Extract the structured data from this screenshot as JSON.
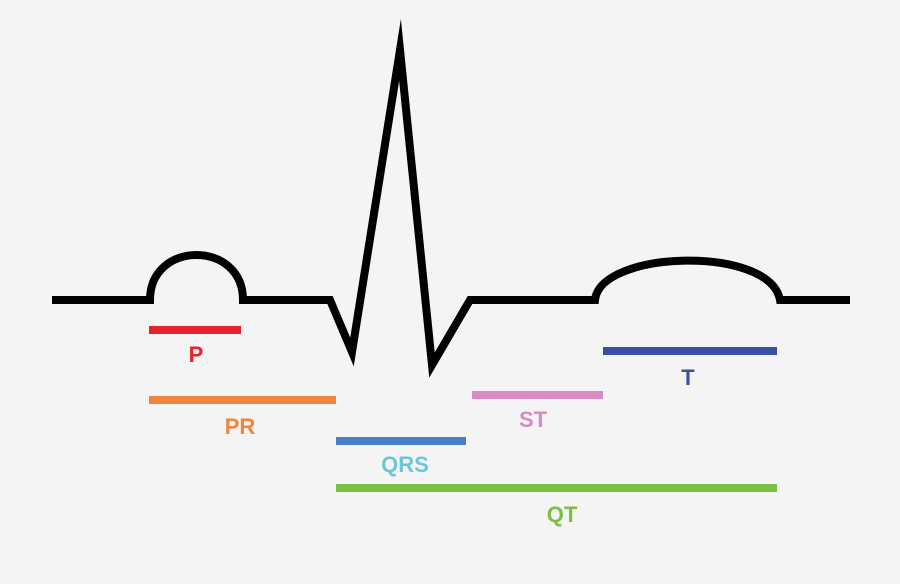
{
  "background": "#f4f4f4",
  "waveform": {
    "color": "#000000"
  },
  "segments": [
    {
      "id": "p",
      "label": "P",
      "color": "#e3242b"
    },
    {
      "id": "pr",
      "label": "PR",
      "color": "#f0853f"
    },
    {
      "id": "qrs",
      "label": "QRS",
      "color": "#4a7fc1"
    },
    {
      "id": "qrs-text",
      "label": "",
      "color": "#6cc6d9"
    },
    {
      "id": "st",
      "label": "ST",
      "color": "#d98bc4"
    },
    {
      "id": "t",
      "label": "T",
      "color": "#3b4fa3"
    },
    {
      "id": "qt",
      "label": "QT",
      "color": "#7bbf44"
    }
  ]
}
